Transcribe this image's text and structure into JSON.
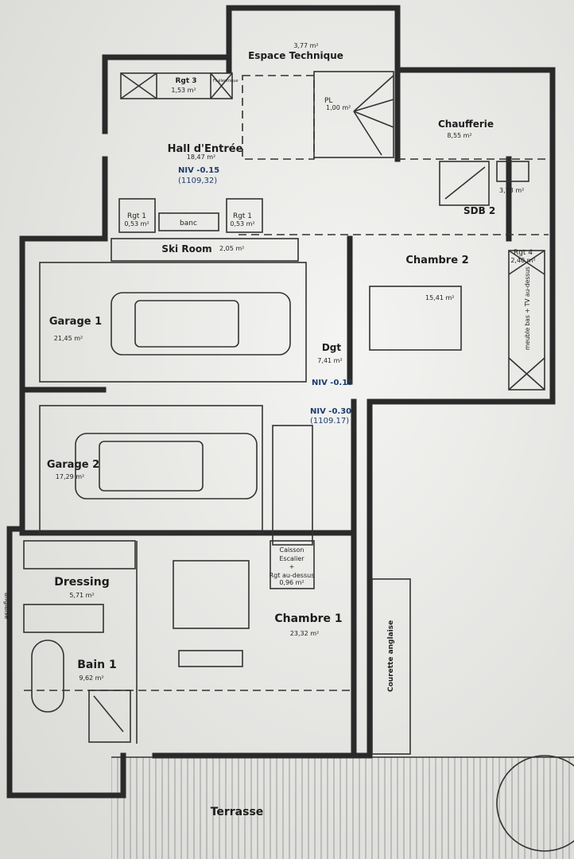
{
  "plan": {
    "rooms": {
      "espace_technique": {
        "name": "Espace Technique",
        "area": "3,77 m²"
      },
      "rgt3": {
        "name": "Rgt 3",
        "area": "1,53 m²"
      },
      "ft_electrique": {
        "name": "Ft électrique"
      },
      "pl": {
        "name": "PL",
        "area": "1,00 m²"
      },
      "hall": {
        "name": "Hall d'Entrée",
        "area": "18,47 m²",
        "level": "NIV -0.15",
        "altitude": "(1109,32)"
      },
      "chaufferie": {
        "name": "Chaufferie",
        "area": "8,55 m²"
      },
      "sdb2": {
        "name": "SDB 2",
        "area": "3,73 m²"
      },
      "rgt1_left": {
        "name": "Rgt 1",
        "area": "0,53 m²"
      },
      "banc": {
        "name": "banc"
      },
      "rgt1_right": {
        "name": "Rgt 1",
        "area": "0,53 m²"
      },
      "ski_room": {
        "name": "Ski Room",
        "area": "2,05 m²"
      },
      "chambre2": {
        "name": "Chambre 2",
        "area": "15,41 m²"
      },
      "rgt4": {
        "name": "Rgt 4",
        "area": "2,40 m²"
      },
      "meuble": {
        "name": "meuble bas + TV au-dessus"
      },
      "garage1": {
        "name": "Garage 1",
        "area": "21,45 m²"
      },
      "dgt": {
        "name": "Dgt",
        "area": "7,41 m²",
        "level": "NIV -0.15"
      },
      "garage2": {
        "name": "Garage 2",
        "area": "17,29 m²"
      },
      "stair_level": {
        "level": "NIV -0.30",
        "altitude": "(1109.17)"
      },
      "caisson": {
        "line1": "Caisson",
        "line2": "Escalier",
        "line3": "+",
        "line4": "Rgt au-dessus",
        "area": "0,96 m²"
      },
      "dressing": {
        "name": "Dressing",
        "area": "5,71 m²"
      },
      "chambre1": {
        "name": "Chambre 1",
        "area": "23,32 m²"
      },
      "bain1": {
        "name": "Bain 1",
        "area": "9,62 m²"
      },
      "courette": {
        "name": "Courette anglaise"
      },
      "courette_left": {
        "name": "anglaise"
      },
      "terrasse": {
        "name": "Terrasse"
      }
    },
    "colors": {
      "wall": "#2a2a2a",
      "level_text": "#1e3c6e",
      "paper": "#e9e9e7"
    }
  }
}
